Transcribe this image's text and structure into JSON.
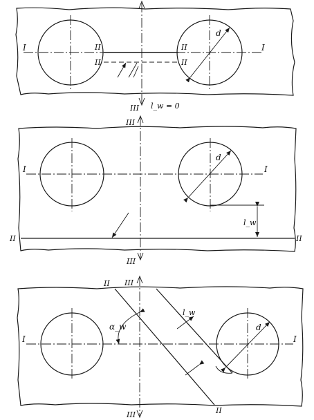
{
  "panel1": {
    "plane_I": "I",
    "plane_II": "II",
    "plane_III": "III",
    "diameter": "d",
    "caption": "l_w = 0"
  },
  "panel2": {
    "plane_I": "I",
    "plane_II": "II",
    "plane_III": "III",
    "diameter": "d",
    "offset": "l_w"
  },
  "panel3": {
    "plane_I": "I",
    "plane_II": "II",
    "plane_III": "III",
    "diameter": "d",
    "offset": "l_w",
    "angle": "α_w"
  }
}
